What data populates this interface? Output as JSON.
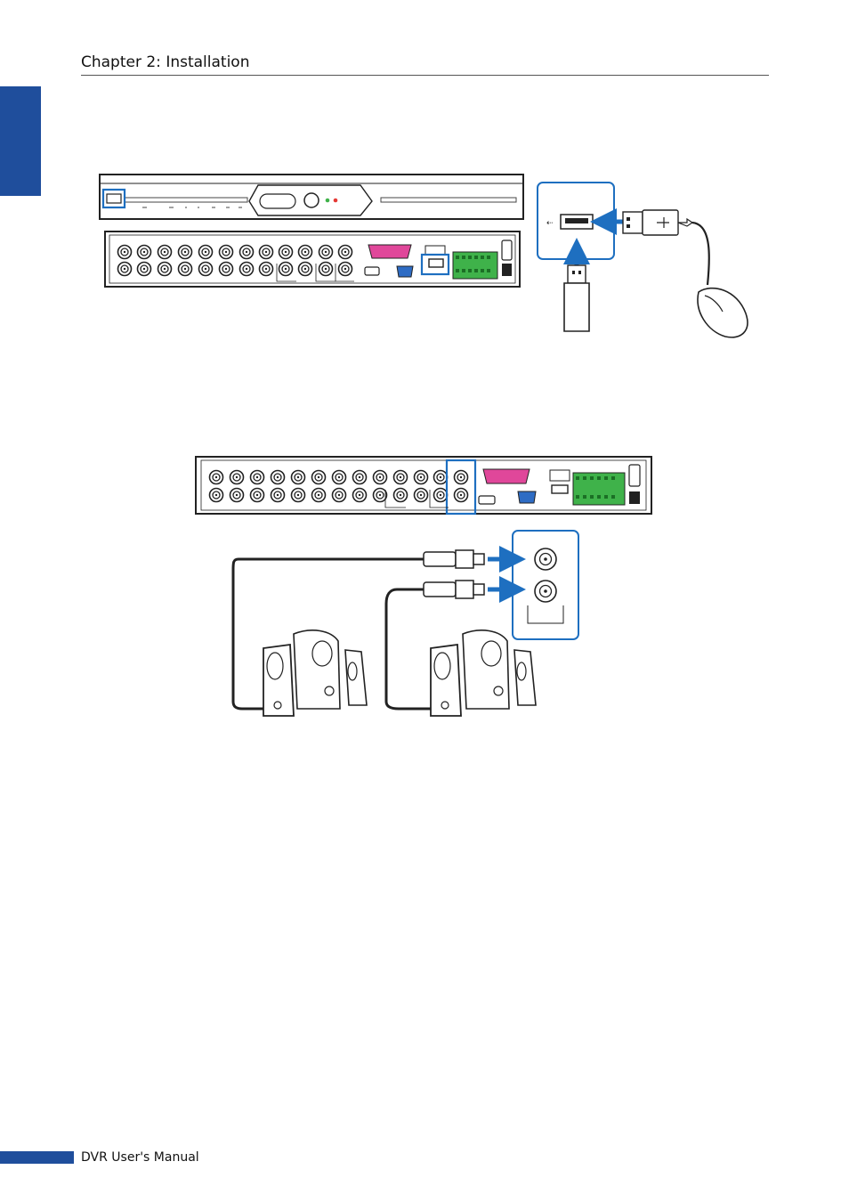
{
  "header": {
    "chapter_title": "Chapter 2: Installation"
  },
  "footer": {
    "manual_title": "DVR User's Manual"
  },
  "colors": {
    "accent_blue": "#1f4e9c",
    "callout_blue": "#1e6fc0",
    "terminal_green": "#3fb24a",
    "serial_pink": "#e0479a",
    "vga_blue": "#2e6cc4"
  },
  "figures": [
    {
      "id": "usb-connection",
      "items": [
        "dvr-front-panel",
        "dvr-rear-panel",
        "usb-port-callout",
        "usb-mouse",
        "usb-flash-drive"
      ]
    },
    {
      "id": "audio-connection",
      "items": [
        "dvr-rear-panel",
        "audio-out-callout",
        "bnc-cable-1",
        "bnc-cable-2",
        "speaker-set-1",
        "speaker-set-2"
      ]
    }
  ]
}
